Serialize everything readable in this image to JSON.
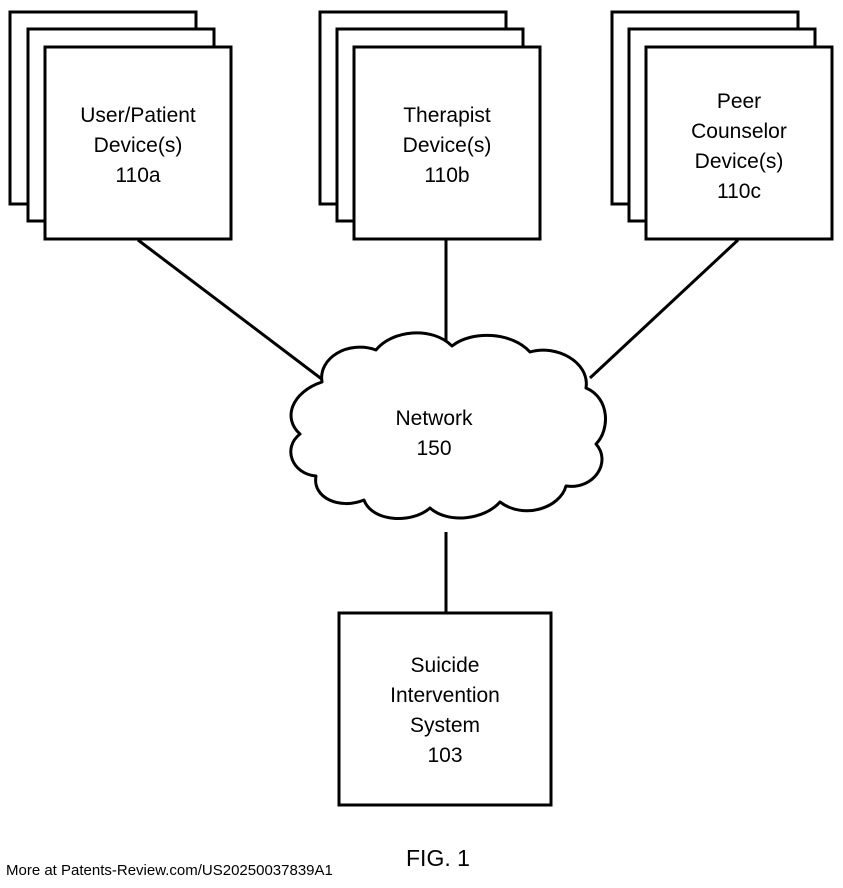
{
  "nodes": {
    "user_device": {
      "lines": [
        "User/Patient",
        "Device(s)",
        "110a"
      ]
    },
    "therapist_device": {
      "lines": [
        "Therapist",
        "Device(s)",
        "110b"
      ]
    },
    "peer_device": {
      "lines": [
        "Peer",
        "Counselor",
        "Device(s)",
        "110c"
      ]
    },
    "network": {
      "lines": [
        "Network",
        "150"
      ]
    },
    "intervention_system": {
      "lines": [
        "Suicide",
        "Intervention",
        "System",
        "103"
      ]
    }
  },
  "caption": "FIG. 1",
  "footer": "More at Patents-Review.com/US20250037839A1"
}
